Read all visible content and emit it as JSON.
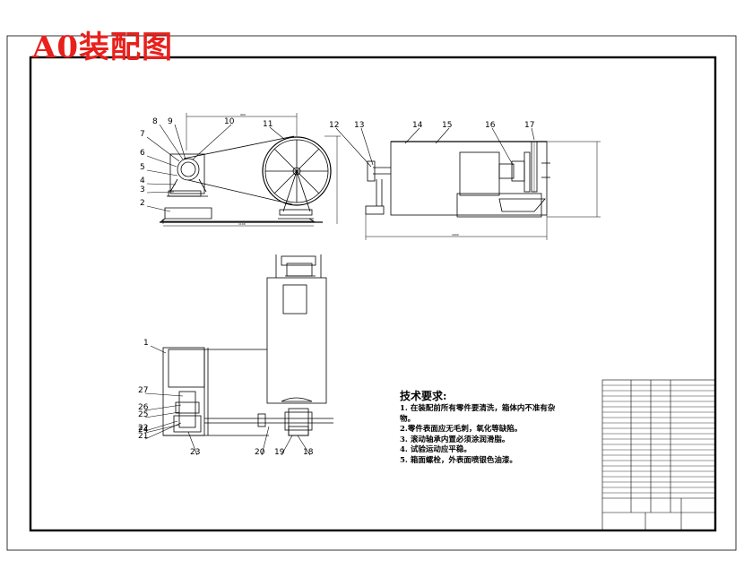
{
  "title": "A0装配图",
  "part_labels": [
    "1",
    "2",
    "3",
    "4",
    "5",
    "6",
    "7",
    "8",
    "9",
    "10",
    "11",
    "12",
    "13",
    "14",
    "15",
    "16",
    "17",
    "18",
    "19",
    "20",
    "21",
    "22",
    "23",
    "24",
    "25",
    "26",
    "27"
  ],
  "tech_notes": {
    "heading": "技术要求:",
    "lines": [
      "1. 在装配前所有零件要清洗，箱体内不准有杂",
      "物。",
      "2.零件表面应无毛刺，氧化等缺陷。",
      "3. 滚动轴承内置必须涂润滑脂。",
      "4. 试验运动应平稳。",
      "5. 箱面螺栓，外表面喷银色油漆。"
    ]
  }
}
